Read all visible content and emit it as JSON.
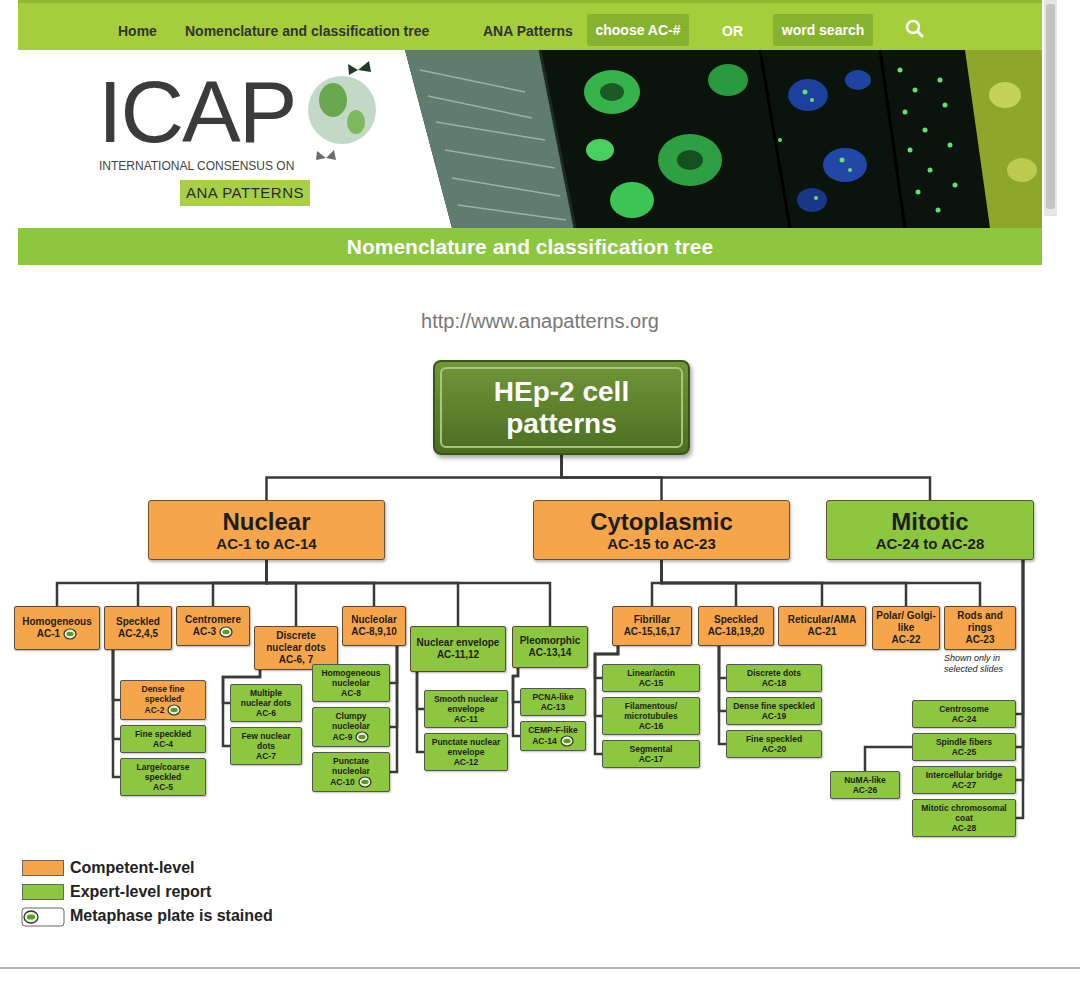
{
  "diagram": {
    "title": "Nomenclature and classification tree",
    "nodes": [
      {
        "text": [
          "choose AC-#"
        ]
      },
      {
        "text": [
          "word search"
        ]
      },
      {
        "text": [
          "ANA PATTERNS"
        ]
      },
      {
        "text": [
          "HEp-2 cell patterns"
        ]
      },
      {
        "text": [
          "Nuclear",
          "AC-1 to AC-14"
        ]
      },
      {
        "text": [
          "Cytoplasmic",
          "AC-15 to AC-23"
        ]
      },
      {
        "text": [
          "Mitotic",
          "AC-24 to AC-28"
        ]
      },
      {
        "text": [
          "Homogeneous",
          "AC-1"
        ]
      },
      {
        "text": [
          "Speckled",
          "AC-2,4,5"
        ]
      },
      {
        "text": [
          "Centromere",
          "AC-3"
        ]
      },
      {
        "text": [
          "Discrete nuclear dots",
          "AC-6, 7"
        ]
      },
      {
        "text": [
          "Nucleolar",
          "AC-8,9,10"
        ]
      },
      {
        "text": [
          "Nuclear envelope",
          "AC-11,12"
        ]
      },
      {
        "text": [
          "Pleomorphic",
          "AC-13,14"
        ]
      },
      {
        "text": [
          "Fibrillar",
          "AC-15,16,17"
        ]
      },
      {
        "text": [
          "Speckled",
          "AC-18,19,20"
        ]
      },
      {
        "text": [
          "Reticular/AMA",
          "AC-21"
        ]
      },
      {
        "text": [
          "Polar/ Golgi-like",
          "AC-22"
        ]
      },
      {
        "text": [
          "Rods and rings",
          "AC-23"
        ]
      },
      {
        "text": [
          "Dense fine speckled",
          "AC-2"
        ]
      },
      {
        "text": [
          "Fine speckled",
          "AC-4"
        ]
      },
      {
        "text": [
          "Large/coarse speckled",
          "AC-5"
        ]
      },
      {
        "text": [
          "Multiple nuclear dots",
          "AC-6"
        ]
      },
      {
        "text": [
          "Few nuclear dots",
          "AC-7"
        ]
      },
      {
        "text": [
          "Homogeneous nucleolar",
          "AC-8"
        ]
      },
      {
        "text": [
          "Clumpy nucleolar",
          "AC-9"
        ]
      },
      {
        "text": [
          "Punctate nucleolar",
          "AC-10"
        ]
      },
      {
        "text": [
          "Smooth nuclear envelope",
          "AC-11"
        ]
      },
      {
        "text": [
          "Punctate nuclear envelope",
          "AC-12"
        ]
      },
      {
        "text": [
          "PCNA-like",
          "AC-13"
        ]
      },
      {
        "text": [
          "CEMP-F-like",
          "AC-14"
        ]
      },
      {
        "text": [
          "Linear/actin",
          "AC-15"
        ]
      },
      {
        "text": [
          "Filamentous/ microtubules",
          "AC-16"
        ]
      },
      {
        "text": [
          "Segmental",
          "AC-17"
        ]
      },
      {
        "text": [
          "Discrete dots",
          "AC-18"
        ]
      },
      {
        "text": [
          "Dense fine speckled",
          "AC-19"
        ]
      },
      {
        "text": [
          "Fine speckled",
          "AC-20"
        ]
      },
      {
        "text": [
          "Centrosome",
          "AC-24"
        ]
      },
      {
        "text": [
          "Spindle fibers",
          "AC-25"
        ]
      },
      {
        "text": [
          "NuMA-like",
          "AC-26"
        ]
      },
      {
        "text": [
          "Intercellular bridge",
          "AC-27"
        ]
      },
      {
        "text": [
          "Mitotic chromosomal coat",
          "AC-28"
        ]
      }
    ],
    "edges": [
      {
        "from": 3,
        "to": 4,
        "arrow": "none"
      },
      {
        "from": 3,
        "to": 5,
        "arrow": "none"
      },
      {
        "from": 3,
        "to": 6,
        "arrow": "none"
      },
      {
        "from": 4,
        "to": 7,
        "arrow": "none"
      },
      {
        "from": 4,
        "to": 8,
        "arrow": "none"
      },
      {
        "from": 4,
        "to": 9,
        "arrow": "none"
      },
      {
        "from": 4,
        "to": 10,
        "arrow": "none"
      },
      {
        "from": 4,
        "to": 11,
        "arrow": "none"
      },
      {
        "from": 4,
        "to": 12,
        "arrow": "none"
      },
      {
        "from": 4,
        "to": 13,
        "arrow": "none"
      },
      {
        "from": 5,
        "to": 14,
        "arrow": "none"
      },
      {
        "from": 5,
        "to": 15,
        "arrow": "none"
      },
      {
        "from": 5,
        "to": 16,
        "arrow": "none"
      },
      {
        "from": 5,
        "to": 17,
        "arrow": "none"
      },
      {
        "from": 5,
        "to": 18,
        "arrow": "none"
      },
      {
        "from": 8,
        "to": 19,
        "arrow": "none"
      },
      {
        "from": 8,
        "to": 20,
        "arrow": "none"
      },
      {
        "from": 8,
        "to": 21,
        "arrow": "none"
      },
      {
        "from": 10,
        "to": 22,
        "arrow": "none"
      },
      {
        "from": 10,
        "to": 23,
        "arrow": "none"
      },
      {
        "from": 11,
        "to": 24,
        "arrow": "none"
      },
      {
        "from": 11,
        "to": 25,
        "arrow": "none"
      },
      {
        "from": 11,
        "to": 26,
        "arrow": "none"
      },
      {
        "from": 12,
        "to": 27,
        "arrow": "none"
      },
      {
        "from": 12,
        "to": 28,
        "arrow": "none"
      },
      {
        "from": 13,
        "to": 29,
        "arrow": "none"
      },
      {
        "from": 13,
        "to": 30,
        "arrow": "none"
      },
      {
        "from": 14,
        "to": 31,
        "arrow": "none"
      },
      {
        "from": 14,
        "to": 32,
        "arrow": "none"
      },
      {
        "from": 14,
        "to": 33,
        "arrow": "none"
      },
      {
        "from": 15,
        "to": 34,
        "arrow": "none"
      },
      {
        "from": 15,
        "to": 35,
        "arrow": "none"
      },
      {
        "from": 15,
        "to": 36,
        "arrow": "none"
      },
      {
        "from": 6,
        "to": 37,
        "arrow": "none"
      },
      {
        "from": 6,
        "to": 38,
        "arrow": "none"
      },
      {
        "from": 38,
        "to": 39,
        "arrow": "none"
      },
      {
        "from": 6,
        "to": 40,
        "arrow": "none"
      },
      {
        "from": 6,
        "to": 41,
        "arrow": "none"
      }
    ],
    "labels": [
      "Home",
      "Nomenclature and classification tree",
      "ANA Patterns",
      "OR",
      "ICAP",
      "INTERNATIONAL CONSENSUS ON",
      "http://www.anapatterns.org",
      "Shown only in selected slides"
    ],
    "legend": [
      {
        "text": "Competent-level",
        "color": "#f7a54b"
      },
      {
        "text": "Expert-level report",
        "color": "#8dc63f"
      },
      {
        "text": "Metaphase plate is stained"
      }
    ]
  }
}
